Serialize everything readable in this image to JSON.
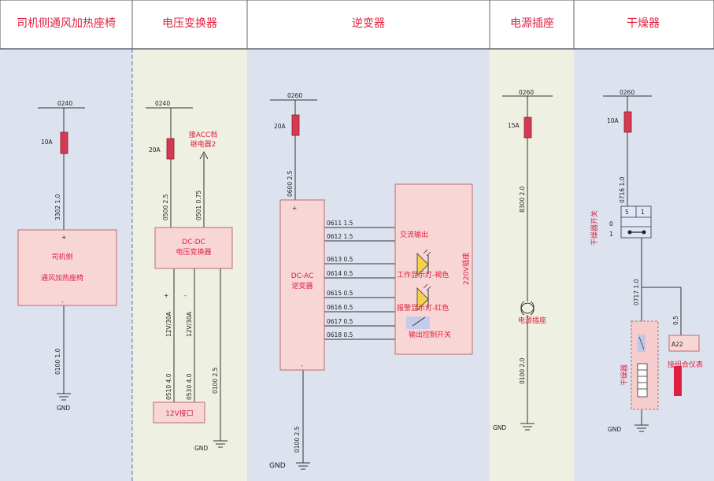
{
  "headers": {
    "seat": "司机侧通风加热座椅",
    "dcdc": "电压变换器",
    "inverter": "逆变器",
    "socket": "电源插座",
    "dryer": "干燥器"
  },
  "seat": {
    "bus": "0240",
    "fuse": "10A",
    "wire_top": "3302 1.0",
    "plus": "+",
    "minus": "-",
    "box_l1": "司机侧",
    "box_l2": "通风加热座椅",
    "wire_bottom": "0100 1.0",
    "gnd": "GND"
  },
  "dcdc": {
    "bus": "0240",
    "fuse": "20A",
    "wire_in": "0500 2.5",
    "wire_acc": "0501 0.75",
    "acc_l1": "接ACC档",
    "acc_l2": "继电器2",
    "box_l1": "DC-DC",
    "box_l2": "电压变换器",
    "plus": "+",
    "minus": "-",
    "out_a": "12V/30A",
    "out_b": "12V/30A",
    "wire_o1": "0510 4.0",
    "wire_o2": "0530 4.0",
    "wire_g": "0100 2.5",
    "port": "12V接口",
    "gnd": "GND"
  },
  "inverter": {
    "bus": "0260",
    "fuse": "20A",
    "wire_in": "0600 2.5",
    "box_l1": "DC-AC",
    "box_l2": "逆变器",
    "plus": "+",
    "minus": "-",
    "wires": [
      "0611 1.5",
      "0612 1.5",
      "0613 0.5",
      "0614 0.5",
      "0615 0.5",
      "0616 0.5",
      "0617 0.5",
      "0618 0.5"
    ],
    "ac_out": "交流输出",
    "lamp_work": "工作显示灯-褐色",
    "lamp_alarm": "报警显示灯-红色",
    "switch": "输出控制开关",
    "socket_label": "220V插座",
    "wire_g": "0100 2.5",
    "gnd": "GND"
  },
  "socket": {
    "bus": "0260",
    "fuse": "15A",
    "wire_top": "8300 2.0",
    "label": "电源插座",
    "wire_bottom": "0100 2.0",
    "gnd": "GND"
  },
  "dryer": {
    "bus": "0260",
    "fuse": "10A",
    "wire_top": "0716 1.0",
    "switch_label": "干燥器开关",
    "sw_5": "5",
    "sw_1": "1",
    "sw_0": "0",
    "sw_1b": "1",
    "wire_mid": "0717 1.0",
    "wire_a22": "0.5",
    "a22": "A22",
    "meter": "接组合仪表",
    "dryer_label": "干燥器",
    "gnd": "GND"
  },
  "colors": {
    "band_blue": "#dce3ef",
    "band_cream": "#eef0e2",
    "box": "#f9d6d6",
    "box_border": "#c06a6a",
    "fuse": "#d63a52",
    "red_text": "#e02040",
    "lamp": "#f3d24a"
  }
}
